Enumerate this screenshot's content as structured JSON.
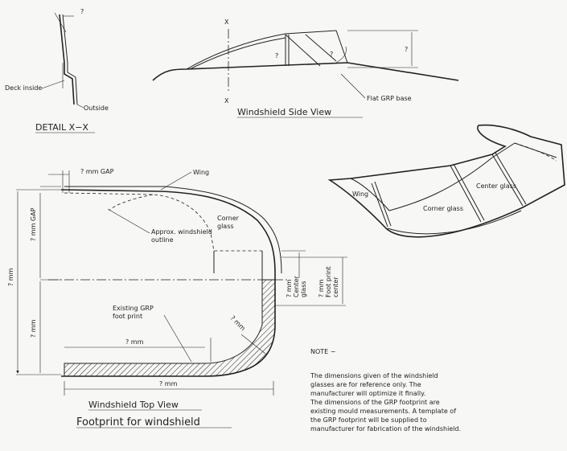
{
  "detail": {
    "angle": "?",
    "deck_inside": "Deck inside",
    "outside": "Outside",
    "title": "DETAIL X−X"
  },
  "side_view": {
    "section_mark": "X",
    "q_left": "?",
    "q_angle": "?",
    "q_height": "?",
    "flat_base": "Flat GRP base",
    "title": "Windshield Side View"
  },
  "top_view": {
    "gap_top": "? mm  GAP",
    "wing": "Wing",
    "approx_outline": "Approx. windshield outline",
    "corner_glass": "Corner glass",
    "gap_side": "? mm GAP",
    "height_total": "? mm",
    "height_lower": "? mm",
    "center_glass": "? mm Center glass",
    "footprint_center": "? mm Foot print center",
    "existing_footprint": "Existing GRP foot print",
    "corner_dim": "? mm",
    "width_inner": "? mm",
    "width_total": "? mm",
    "title": "Windshield Top View",
    "subtitle": "Footprint for windshield"
  },
  "iso_view": {
    "wing": "Wing",
    "corner_glass": "Corner glass",
    "center_glass": "Center glass"
  },
  "note": {
    "heading": "NOTE −",
    "lines": [
      "The dimensions given of the windshield",
      "glasses are for reference only. The",
      "manufacturer will optimize it finally.",
      "The dimensions of the GRP footprint are",
      "existing mould measurements. A template of",
      "the GRP footprint will be supplied to",
      "manufacturer for fabrication of the windshield."
    ]
  }
}
